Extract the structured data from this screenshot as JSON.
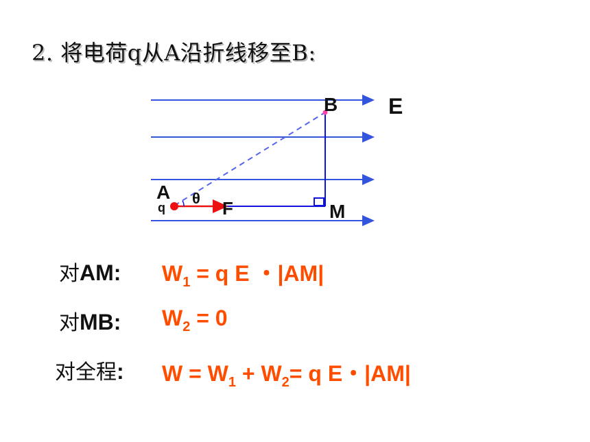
{
  "title": "2. 将电荷q从A沿折线移至B:",
  "diagram": {
    "label_B": "B",
    "label_E": "E",
    "label_A": "A",
    "label_q": "q",
    "label_theta": "θ",
    "label_F": "F",
    "label_M": "M",
    "colors": {
      "field_line": "#3355dd",
      "path": "#1111dd",
      "force": "#ee1111",
      "dashed": "#5566ee",
      "point_B": "#ff44aa"
    }
  },
  "rows": [
    {
      "pre": "对",
      "seg": "AM:",
      "formula_main": "W",
      "formula_sub": "1",
      "formula_rest": " = q E ・|AM|"
    },
    {
      "pre": "对",
      "seg": "MB:",
      "formula_main": "W",
      "formula_sub": "2",
      "formula_rest": " = 0"
    },
    {
      "pre": "对全程",
      "seg": ":",
      "formula_main": "W = W",
      "formula_sub": "1",
      "formula_mid": " + W",
      "formula_sub2": "2",
      "formula_rest": "= q E・|AM|"
    }
  ]
}
